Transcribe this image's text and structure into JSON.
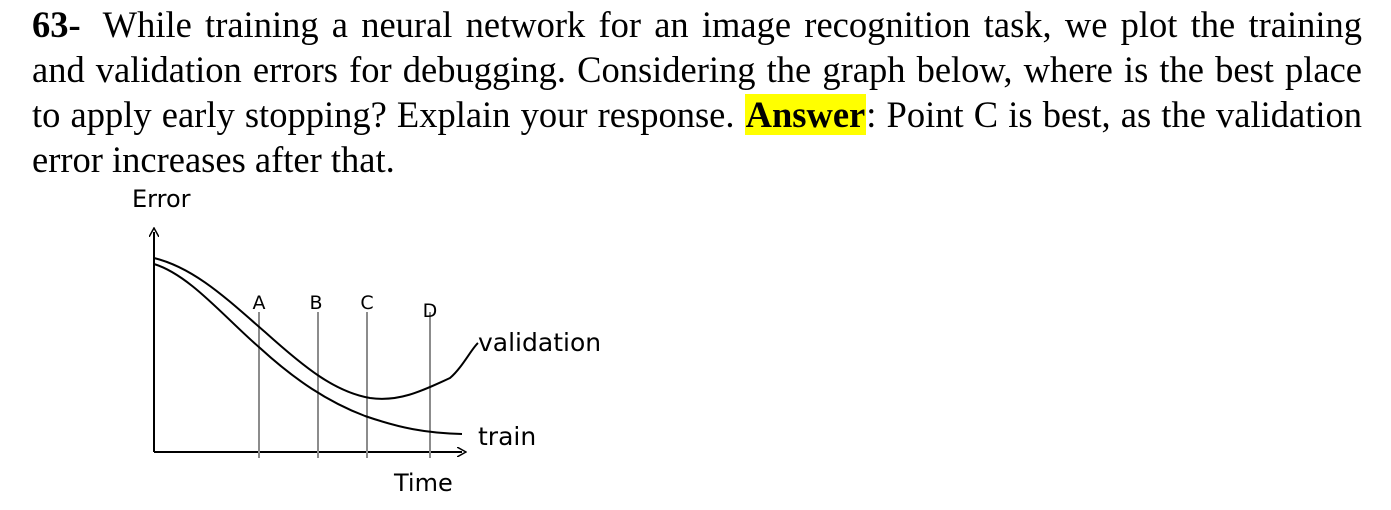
{
  "question": {
    "number": "63-",
    "text": "While training a neural network for an image recognition task, we plot the training and validation errors for debugging. Considering the graph below, where is the best place to apply early stopping? Explain your response.",
    "answer_label": "Answer",
    "answer_text": ": Point C is best, as the validation error increases after that.",
    "answer_highlight_color": "#ffff00"
  },
  "chart_data": {
    "type": "line",
    "ylabel": "Error",
    "xlabel": "Time",
    "series": [
      {
        "name": "validation"
      },
      {
        "name": "train"
      }
    ],
    "markers": [
      "A",
      "B",
      "C",
      "D"
    ],
    "grid": false
  }
}
